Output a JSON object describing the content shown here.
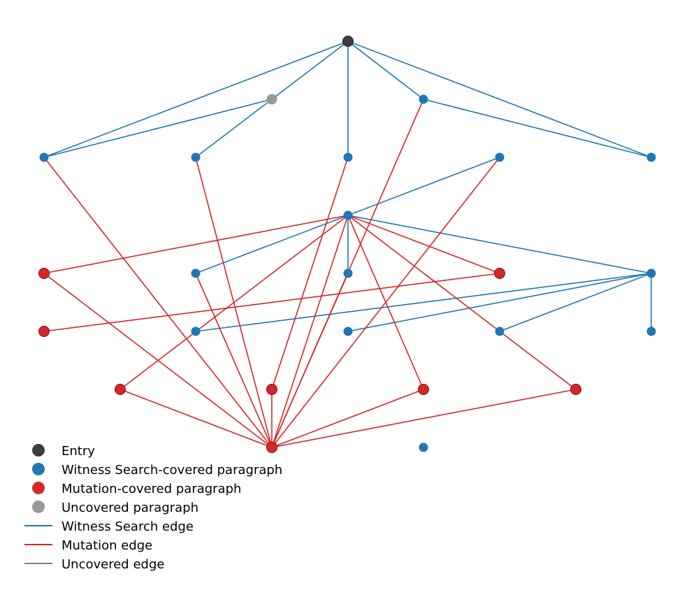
{
  "colors": {
    "entry": "#3d3d3d",
    "witness": "#1f77b4",
    "mutation": "#d62728",
    "uncovered": "#999999",
    "uncovered_edge": "#7f7f7f",
    "mutation_node_stroke": "#7a1010"
  },
  "legend": {
    "entry": "Entry",
    "witness_node": "Witness Search-covered paragraph",
    "mutation_node": "Mutation-covered paragraph",
    "uncovered_node": "Uncovered paragraph",
    "witness_edge": "Witness Search edge",
    "mutation_edge": "Mutation edge",
    "uncovered_edge": "Uncovered edge"
  },
  "graph": {
    "nodes": [
      {
        "id": "n0",
        "kind": "entry"
      },
      {
        "id": "n1",
        "kind": "uncovered"
      },
      {
        "id": "n2",
        "kind": "witness"
      },
      {
        "id": "n3",
        "kind": "witness"
      },
      {
        "id": "n4",
        "kind": "witness"
      },
      {
        "id": "n5",
        "kind": "witness"
      },
      {
        "id": "n6",
        "kind": "witness"
      },
      {
        "id": "n7",
        "kind": "witness"
      },
      {
        "id": "n8",
        "kind": "witness"
      },
      {
        "id": "n9",
        "kind": "mutation"
      },
      {
        "id": "n10",
        "kind": "witness"
      },
      {
        "id": "n11",
        "kind": "witness"
      },
      {
        "id": "n12",
        "kind": "mutation"
      },
      {
        "id": "n13",
        "kind": "witness"
      },
      {
        "id": "n14",
        "kind": "mutation"
      },
      {
        "id": "n15",
        "kind": "witness"
      },
      {
        "id": "n16",
        "kind": "witness"
      },
      {
        "id": "n17",
        "kind": "witness"
      },
      {
        "id": "n18",
        "kind": "witness"
      },
      {
        "id": "n19",
        "kind": "mutation"
      },
      {
        "id": "n20",
        "kind": "mutation"
      },
      {
        "id": "n21",
        "kind": "mutation"
      },
      {
        "id": "n22",
        "kind": "mutation"
      },
      {
        "id": "n23",
        "kind": "mutation"
      },
      {
        "id": "n24",
        "kind": "witness"
      }
    ],
    "edges": [
      {
        "from": "n0",
        "to": "n3",
        "kind": "witness"
      },
      {
        "from": "n0",
        "to": "n1",
        "kind": "witness"
      },
      {
        "from": "n0",
        "to": "n5",
        "kind": "witness"
      },
      {
        "from": "n0",
        "to": "n2",
        "kind": "witness"
      },
      {
        "from": "n0",
        "to": "n7",
        "kind": "witness"
      },
      {
        "from": "n1",
        "to": "n3",
        "kind": "witness"
      },
      {
        "from": "n1",
        "to": "n4",
        "kind": "witness"
      },
      {
        "from": "n2",
        "to": "n7",
        "kind": "witness"
      },
      {
        "from": "n6",
        "to": "n8",
        "kind": "witness"
      },
      {
        "from": "n8",
        "to": "n10",
        "kind": "witness"
      },
      {
        "from": "n8",
        "to": "n11",
        "kind": "witness"
      },
      {
        "from": "n8",
        "to": "n13",
        "kind": "witness"
      },
      {
        "from": "n13",
        "to": "n15",
        "kind": "witness"
      },
      {
        "from": "n13",
        "to": "n16",
        "kind": "witness"
      },
      {
        "from": "n13",
        "to": "n17",
        "kind": "witness"
      },
      {
        "from": "n13",
        "to": "n18",
        "kind": "witness"
      },
      {
        "from": "n3",
        "to": "n23",
        "kind": "mutation"
      },
      {
        "from": "n4",
        "to": "n23",
        "kind": "mutation"
      },
      {
        "from": "n5",
        "to": "n20",
        "kind": "mutation"
      },
      {
        "from": "n2",
        "to": "n23",
        "kind": "mutation"
      },
      {
        "from": "n6",
        "to": "n23",
        "kind": "mutation"
      },
      {
        "from": "n8",
        "to": "n9",
        "kind": "mutation"
      },
      {
        "from": "n8",
        "to": "n12",
        "kind": "mutation"
      },
      {
        "from": "n8",
        "to": "n19",
        "kind": "mutation"
      },
      {
        "from": "n8",
        "to": "n21",
        "kind": "mutation"
      },
      {
        "from": "n8",
        "to": "n17",
        "kind": "mutation"
      },
      {
        "from": "n8",
        "to": "n23",
        "kind": "mutation"
      },
      {
        "from": "n9",
        "to": "n23",
        "kind": "mutation"
      },
      {
        "from": "n12",
        "to": "n14",
        "kind": "mutation"
      },
      {
        "from": "n10",
        "to": "n23",
        "kind": "mutation"
      },
      {
        "from": "n11",
        "to": "n23",
        "kind": "mutation"
      },
      {
        "from": "n17",
        "to": "n22",
        "kind": "mutation"
      },
      {
        "from": "n19",
        "to": "n23",
        "kind": "mutation"
      },
      {
        "from": "n20",
        "to": "n23",
        "kind": "mutation"
      },
      {
        "from": "n21",
        "to": "n23",
        "kind": "mutation"
      },
      {
        "from": "n22",
        "to": "n23",
        "kind": "mutation"
      }
    ]
  }
}
